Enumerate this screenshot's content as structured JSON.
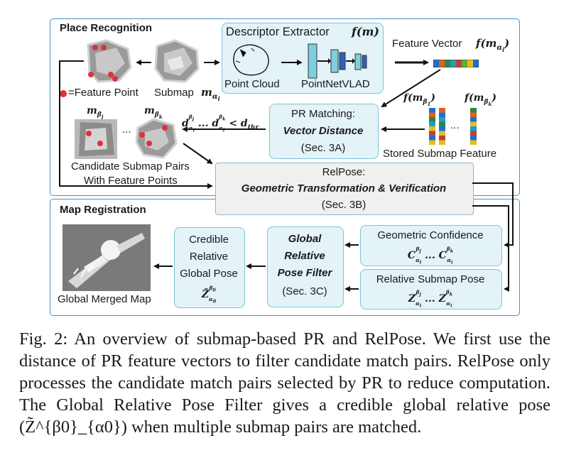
{
  "place_recognition": {
    "title": "Place Recognition",
    "legend": "=Feature Point",
    "submap_label": "Submap",
    "submap_symbol": "m_{αi}",
    "descriptor_title": "Descriptor Extractor",
    "descriptor_symbol": "f(m)",
    "point_cloud": "Point Cloud",
    "pointnetvlad": "PointNetVLAD",
    "feature_vector_label": "Feature Vector",
    "feature_vector_symbol": "f(m_{αi})",
    "stored_symbols": [
      "f(m_{β1})",
      "f(m_{βk})"
    ],
    "stored_label": "Stored Submap Feature",
    "pr_matching_title": "PR Matching:",
    "pr_matching_method": "Vector Distance",
    "pr_matching_ref": "(Sec. 3A)",
    "distance_condition": "d^{βj}_{αi} ... d^{βk}_{αi} < d_thr",
    "candidate_symbols": [
      "m_{βj}",
      "m_{βk}"
    ],
    "candidate_caption_1": "Candidate Submap Pairs",
    "candidate_caption_2": "With Feature Points",
    "ellipsis": "..."
  },
  "relpose": {
    "title": "RelPose:",
    "method": "Geometric Transformation & Verification",
    "ref": "(Sec. 3B)"
  },
  "map_registration": {
    "title": "Map Registration",
    "geo_conf_title": "Geometric Confidence",
    "geo_conf_symbol": "C^{βj}_{αi} ... C^{βk}_{αi}",
    "rel_pose_title": "Relative Submap Pose",
    "rel_pose_symbol": "Z^{βj}_{αi} ... Z^{βk}_{αi}",
    "filter_lines": [
      "Global",
      "Relative",
      "Pose Filter"
    ],
    "filter_ref": "(Sec. 3C)",
    "credible_lines": [
      "Credible",
      "Relative",
      "Global Pose"
    ],
    "credible_symbol": "Z̃^{β0}_{α0}",
    "merged_label": "Global Merged Map"
  },
  "caption": "Fig. 2: An overview of submap-based PR and RelPose. We first use the distance of PR feature vectors to filter candidate match pairs. RelPose only processes the candidate match pairs selected by PR to reduce computation. The Global Relative Pose Filter gives a credible global relative pose (Z̃^{β0}_{α0}) when multiple submap pairs are matched.",
  "colors": {
    "frame_border": "#4a90c8",
    "box_fill": "#e3f3f7",
    "box_border": "#7fc4d4",
    "relpose_fill": "#f0f0f0",
    "feature_point": "#e0303a",
    "vector_cells": [
      "#1f6fd0",
      "#e06020",
      "#2a8a40",
      "#e0c020",
      "#c04040",
      "#20a0c0",
      "#9050b0",
      "#60b030"
    ]
  }
}
